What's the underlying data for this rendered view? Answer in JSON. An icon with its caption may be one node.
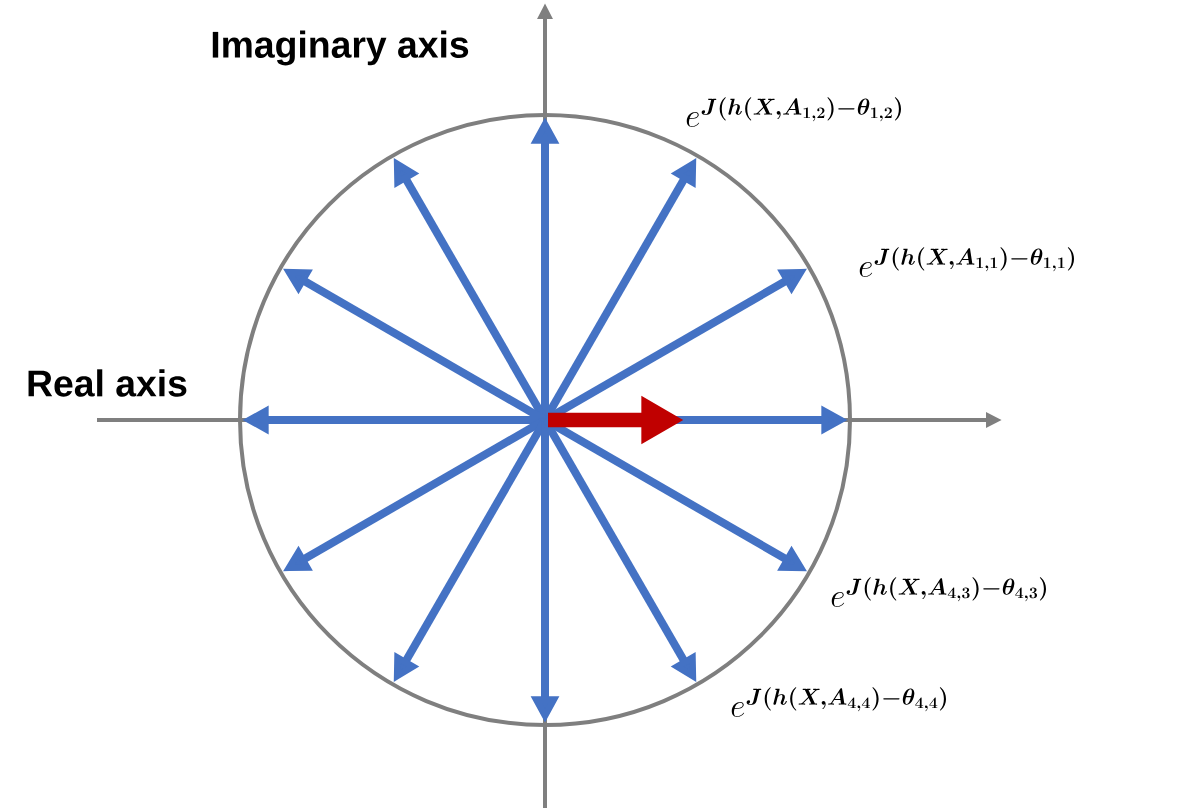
{
  "diagram": {
    "labels": [
      "Imaginary axis",
      "e^{\\boldsymbol{J\\left(h\\left(X,A_{1,2}\\right)-\\theta_{1,2}\\right)}}",
      "e^{\\boldsymbol{J\\left(h\\left(X,A_{1,1}\\right)-\\theta_{1,1}\\right)}}",
      "Real axis",
      "e^{\\boldsymbol{J\\left(h\\left(X,A_{4,3}\\right)-\\theta_{4,3}\\right)}}",
      "e^{\\boldsymbol{J\\left(h\\left(X,A_{4,4}\\right)-\\theta_{4,4}\\right)}}"
    ]
  }
}
